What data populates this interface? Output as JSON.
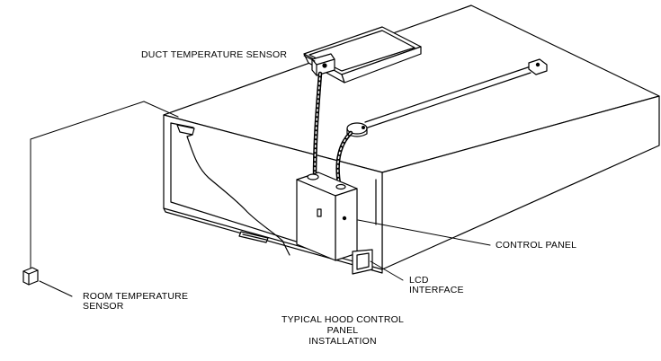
{
  "diagram": {
    "labels": {
      "duct_sensor": "DUCT TEMPERATURE SENSOR",
      "control_panel": "CONTROL PANEL",
      "lcd_line1": "LCD",
      "lcd_line2": "INTERFACE",
      "room_sensor_line1": "ROOM TEMPERATURE",
      "room_sensor_line2": "SENSOR",
      "caption_line1": "TYPICAL HOOD CONTROL",
      "caption_line2": "PANEL",
      "caption_line3": "INSTALLATION"
    },
    "colors": {
      "line": "#000000",
      "background": "#ffffff"
    }
  }
}
